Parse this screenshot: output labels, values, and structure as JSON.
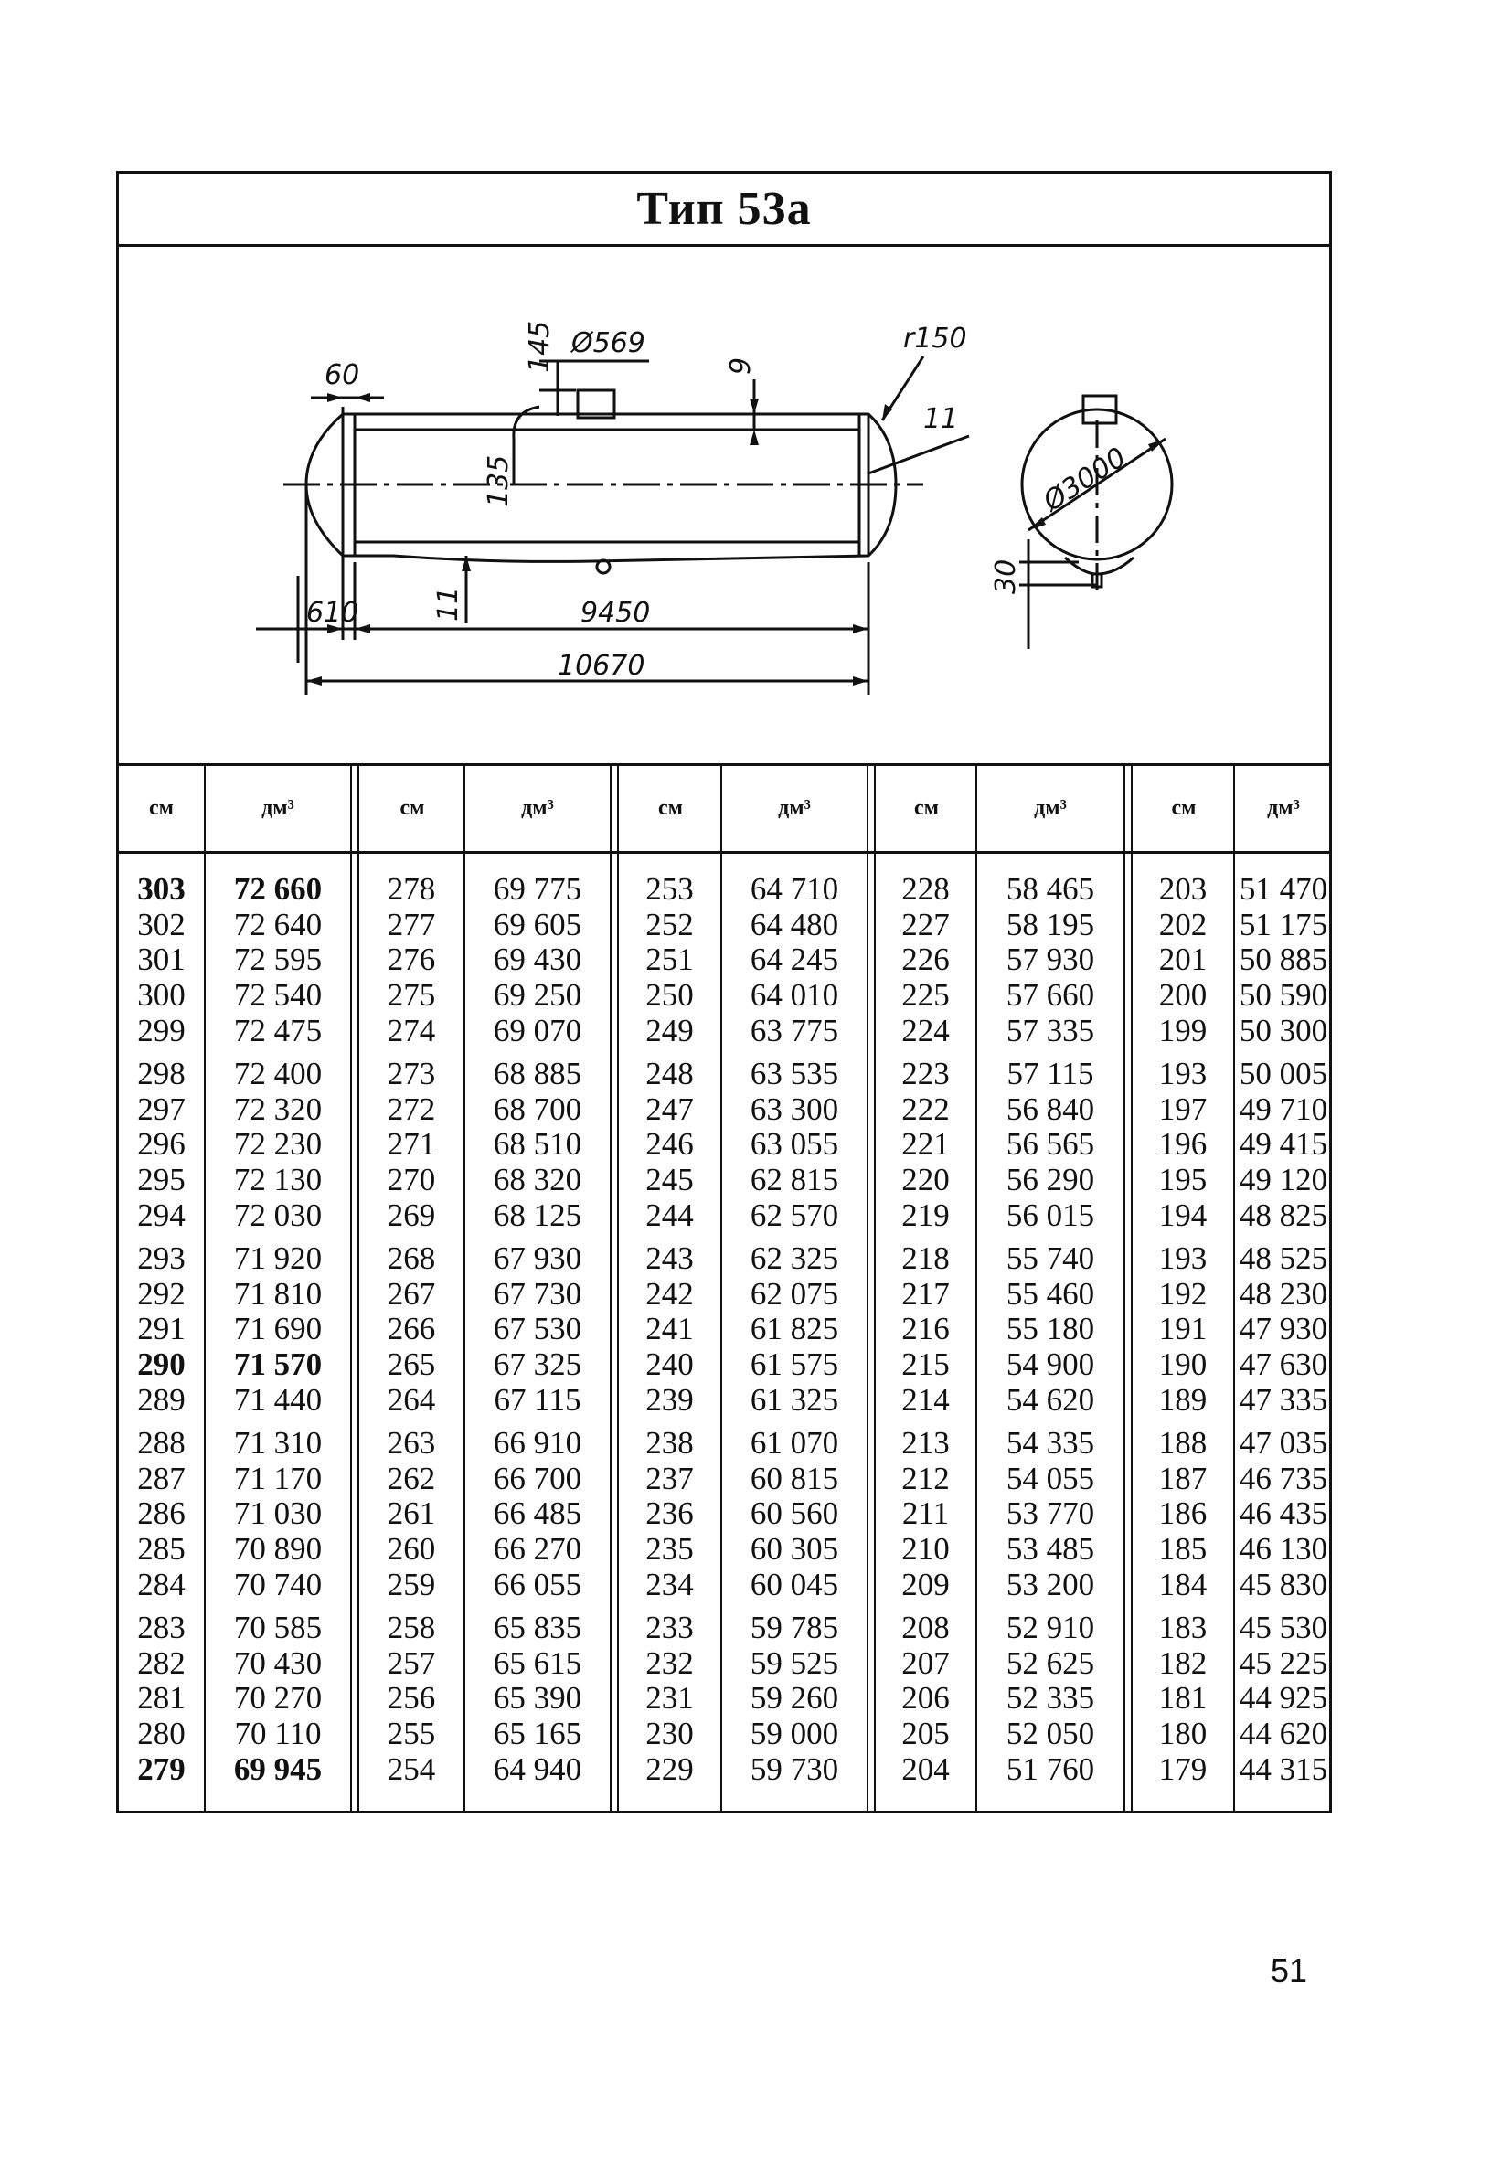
{
  "title": "Тип 53а",
  "drawing": {
    "labels": {
      "d_top": "60",
      "d_145": "145",
      "d_pipe": "Ø569",
      "d_9": "9",
      "d_r150": "r150",
      "d_11a": "11",
      "d_135": "135",
      "d_11b": "11",
      "d_610": "610",
      "d_9450": "9450",
      "d_10670": "10670",
      "d_3000": "Ø3000",
      "d_30": "30"
    }
  },
  "table": {
    "headers": [
      "см",
      "дм³",
      "см",
      "дм³",
      "см",
      "дм³",
      "см",
      "дм³",
      "см",
      "дм³"
    ],
    "columns": [
      {
        "cm": [
          [
            "303",
            "302",
            "301",
            "300",
            "299"
          ],
          [
            "298",
            "297",
            "296",
            "295",
            "294"
          ],
          [
            "293",
            "292",
            "291",
            "290",
            "289"
          ],
          [
            "288",
            "287",
            "286",
            "285",
            "284"
          ],
          [
            "283",
            "282",
            "281",
            "280",
            "279"
          ]
        ],
        "dm3": [
          [
            "72 660",
            "72 640",
            "72 595",
            "72 540",
            "72 475"
          ],
          [
            "72 400",
            "72 320",
            "72 230",
            "72 130",
            "72 030"
          ],
          [
            "71 920",
            "71 810",
            "71 690",
            "71 570",
            "71 440"
          ],
          [
            "71 310",
            "71 170",
            "71 030",
            "70 890",
            "70 740"
          ],
          [
            "70 585",
            "70 430",
            "70 270",
            "70 110",
            "69 945"
          ]
        ]
      },
      {
        "cm": [
          [
            "278",
            "277",
            "276",
            "275",
            "274"
          ],
          [
            "273",
            "272",
            "271",
            "270",
            "269"
          ],
          [
            "268",
            "267",
            "266",
            "265",
            "264"
          ],
          [
            "263",
            "262",
            "261",
            "260",
            "259"
          ],
          [
            "258",
            "257",
            "256",
            "255",
            "254"
          ]
        ],
        "dm3": [
          [
            "69 775",
            "69 605",
            "69 430",
            "69 250",
            "69 070"
          ],
          [
            "68 885",
            "68 700",
            "68 510",
            "68 320",
            "68 125"
          ],
          [
            "67 930",
            "67 730",
            "67 530",
            "67 325",
            "67 115"
          ],
          [
            "66 910",
            "66 700",
            "66 485",
            "66 270",
            "66 055"
          ],
          [
            "65 835",
            "65 615",
            "65 390",
            "65 165",
            "64 940"
          ]
        ]
      },
      {
        "cm": [
          [
            "253",
            "252",
            "251",
            "250",
            "249"
          ],
          [
            "248",
            "247",
            "246",
            "245",
            "244"
          ],
          [
            "243",
            "242",
            "241",
            "240",
            "239"
          ],
          [
            "238",
            "237",
            "236",
            "235",
            "234"
          ],
          [
            "233",
            "232",
            "231",
            "230",
            "229"
          ]
        ],
        "dm3": [
          [
            "64 710",
            "64 480",
            "64 245",
            "64 010",
            "63 775"
          ],
          [
            "63 535",
            "63 300",
            "63 055",
            "62 815",
            "62 570"
          ],
          [
            "62 325",
            "62 075",
            "61 825",
            "61 575",
            "61 325"
          ],
          [
            "61 070",
            "60 815",
            "60 560",
            "60 305",
            "60 045"
          ],
          [
            "59 785",
            "59 525",
            "59 260",
            "59 000",
            "59 730"
          ]
        ]
      },
      {
        "cm": [
          [
            "228",
            "227",
            "226",
            "225",
            "224"
          ],
          [
            "223",
            "222",
            "221",
            "220",
            "219"
          ],
          [
            "218",
            "217",
            "216",
            "215",
            "214"
          ],
          [
            "213",
            "212",
            "211",
            "210",
            "209"
          ],
          [
            "208",
            "207",
            "206",
            "205",
            "204"
          ]
        ],
        "dm3": [
          [
            "58 465",
            "58 195",
            "57 930",
            "57 660",
            "57 335"
          ],
          [
            "57 115",
            "56 840",
            "56 565",
            "56 290",
            "56 015"
          ],
          [
            "55 740",
            "55 460",
            "55 180",
            "54 900",
            "54 620"
          ],
          [
            "54 335",
            "54 055",
            "53 770",
            "53 485",
            "53 200"
          ],
          [
            "52 910",
            "52 625",
            "52 335",
            "52 050",
            "51 760"
          ]
        ]
      },
      {
        "cm": [
          [
            "203",
            "202",
            "201",
            "200",
            "199"
          ],
          [
            "193",
            "197",
            "196",
            "195",
            "194"
          ],
          [
            "193",
            "192",
            "191",
            "190",
            "189"
          ],
          [
            "188",
            "187",
            "186",
            "185",
            "184"
          ],
          [
            "183",
            "182",
            "181",
            "180",
            "179"
          ]
        ],
        "dm3": [
          [
            "51 470",
            "51 175",
            "50 885",
            "50 590",
            "50 300"
          ],
          [
            "50 005",
            "49 710",
            "49 415",
            "49 120",
            "48 825"
          ],
          [
            "48 525",
            "48 230",
            "47 930",
            "47 630",
            "47 335"
          ],
          [
            "47 035",
            "46 735",
            "46 435",
            "46 130",
            "45 830"
          ],
          [
            "45 530",
            "45 225",
            "44 925",
            "44 620",
            "44 315"
          ]
        ]
      }
    ]
  },
  "page_number": "51"
}
